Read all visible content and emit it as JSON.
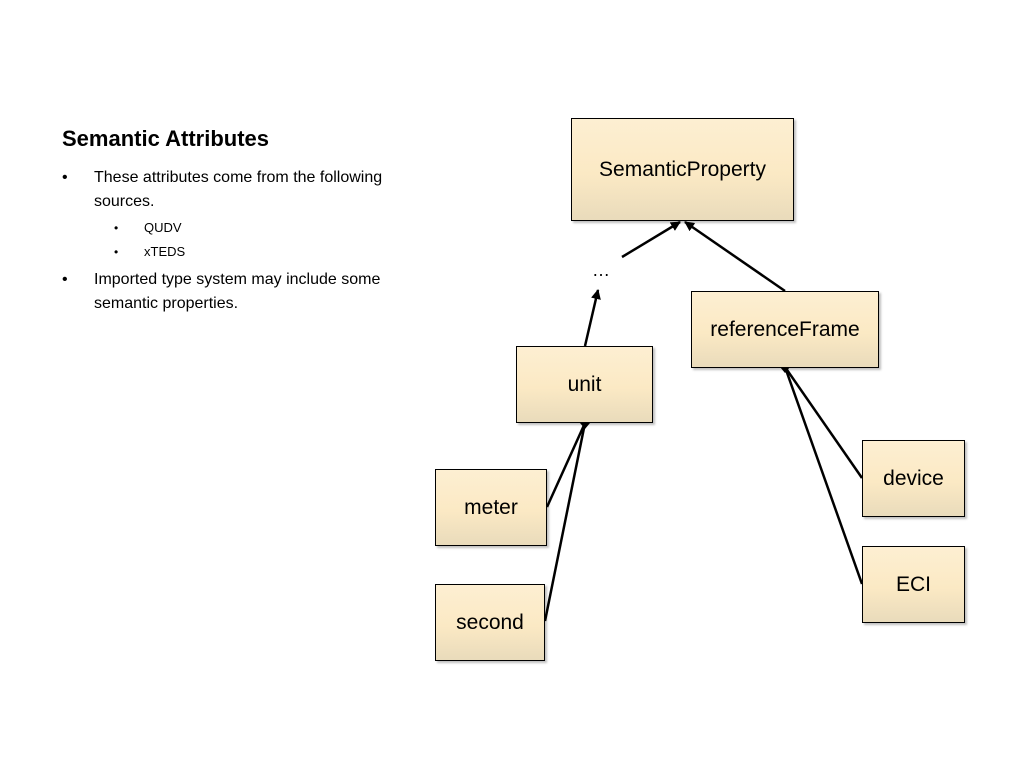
{
  "slide": {
    "title": "Semantic Attributes",
    "bullets": [
      {
        "text": "These attributes come from the following sources.",
        "subitems": [
          "QUDV",
          "xTEDS"
        ]
      },
      {
        "text": "Imported type system may include some semantic properties."
      }
    ]
  },
  "diagram": {
    "nodes": {
      "semantic_property": "SemanticProperty",
      "reference_frame": "referenceFrame",
      "unit": "unit",
      "meter": "meter",
      "second": "second",
      "device": "device",
      "eci": "ECI"
    },
    "ellipsis": "…",
    "colors": {
      "box_fill_top": "#fdefd2",
      "box_fill_bottom": "#e9dbbb",
      "line": "#000000"
    }
  }
}
